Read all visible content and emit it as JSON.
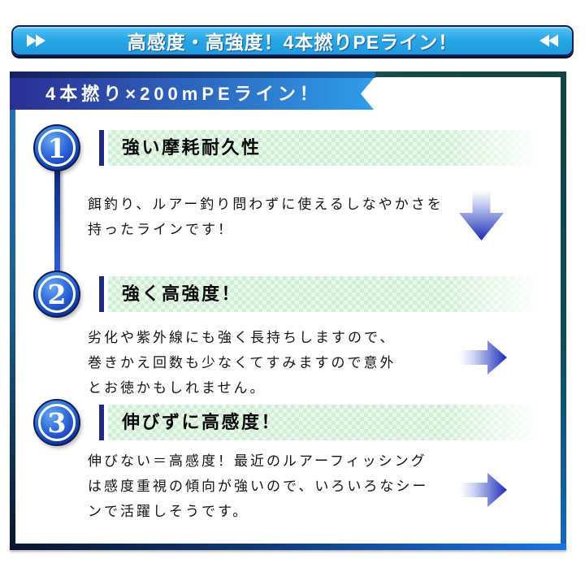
{
  "top_banner": {
    "title": "高感度・高強度！4本撚りPEライン！",
    "left_icon": "fast-forward",
    "right_icon": "rewind",
    "bg_color": "#2ba7e6",
    "border_color": "#0e2158"
  },
  "ribbon": {
    "title": "4本撚り×200mPEライン！",
    "gradient_left": "#2b2e92",
    "gradient_right": "#2f9de8"
  },
  "sections": [
    {
      "number": "1",
      "heading": "強い摩耗耐久性",
      "body": "餌釣り、ルアー釣り問わずに使えるしなやかさを\n持ったラインです！",
      "arrow_direction": "down"
    },
    {
      "number": "2",
      "heading": "強く高強度！",
      "body": "劣化や紫外線にも強く長持ちしますので、\n巻きかえ回数も少なくてすみますので意外\nとお徳かもしれません。",
      "arrow_direction": "right"
    },
    {
      "number": "3",
      "heading": "伸びずに高感度！",
      "body": "伸びない＝高感度！最近のルアーフィッシング\nは感度重視の傾向が強いので、いろいろなシー\nンで活躍しそうです。",
      "arrow_direction": "right"
    }
  ],
  "colors": {
    "frame_blue": "#1a73e4",
    "frame_teal": "#114440",
    "frame_navy": "#0a142e",
    "heading_bg_green": "#d9f1dc",
    "heading_accent_navy": "#1c2a80",
    "arrow_blue": "#1b2cb8",
    "circle_blue": "#1646c8",
    "number_text": "#ffffff"
  }
}
